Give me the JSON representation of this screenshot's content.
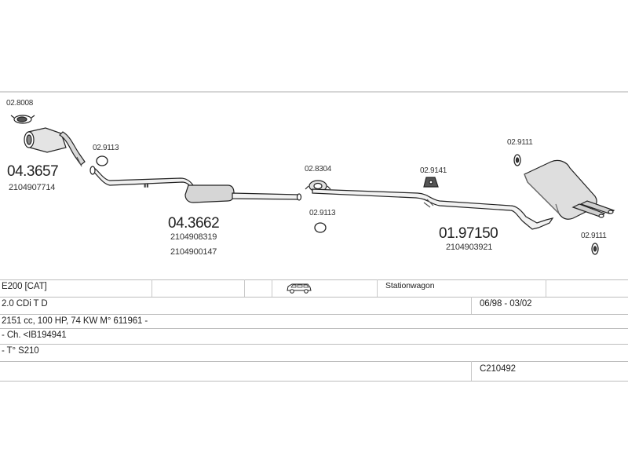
{
  "parts": {
    "clamp_top_left": "02.8008",
    "cat": {
      "code": "04.3657",
      "oe": "2104907714"
    },
    "ring_left": "02.9113",
    "mid": {
      "code": "04.3662",
      "oe1": "2104908319",
      "oe2": "2104900147"
    },
    "clamp_mid": "02.8304",
    "ring_mid": "02.9113",
    "hanger_mid": "02.9141",
    "rear": {
      "code": "01.97150",
      "oe": "2104903921"
    },
    "rubber_top": "02.9111",
    "rubber_bottom": "02.9111"
  },
  "table": {
    "model": "E200  [CAT]",
    "body_type": "Stationwagon",
    "body_icon": "station-wagon-icon",
    "engine": "2.0 CDi T D",
    "period": "06/98 - 03/02",
    "specs": "2151 cc, 100 HP, 74 KW M° 611961 -",
    "chassis": "- Ch. <IB194941",
    "type": "- T° S210",
    "ref": "C210492"
  }
}
